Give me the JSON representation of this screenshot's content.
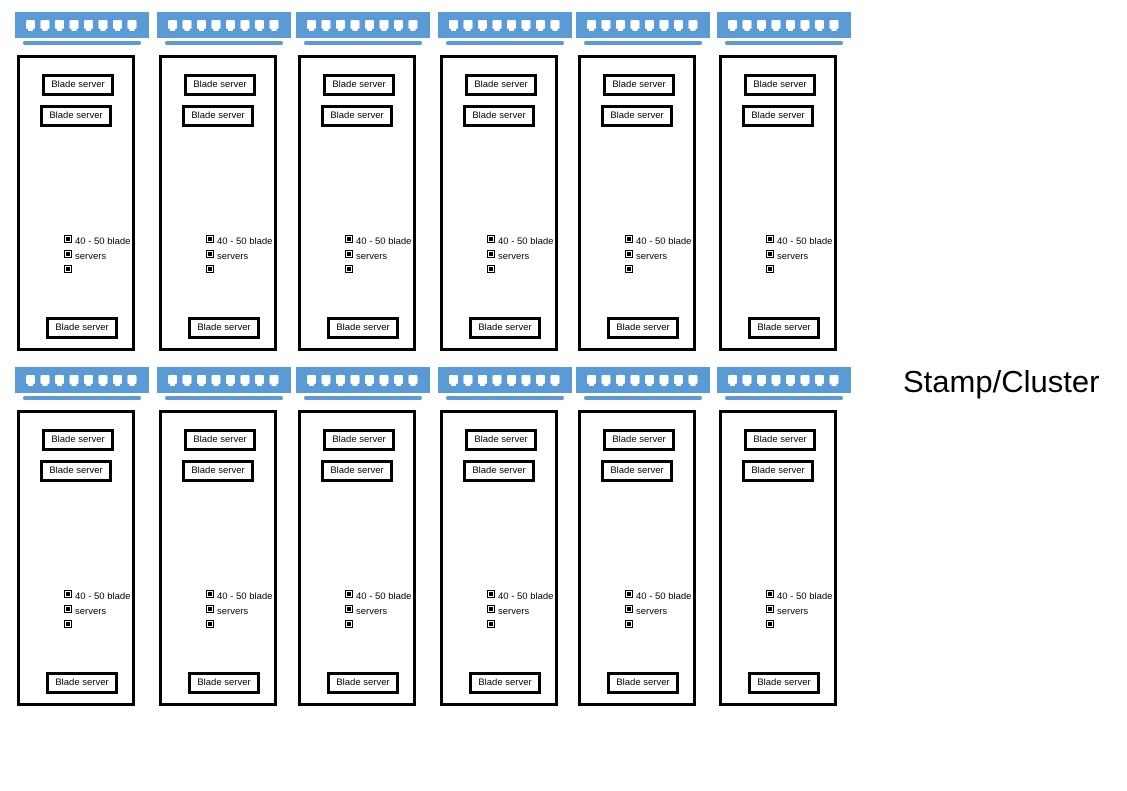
{
  "racks": [
    {
      "blade_top_1": "Blade server",
      "blade_top_2": "Blade server",
      "bullet_1": "40 - 50 blade",
      "bullet_2": "servers",
      "bullet_3": "",
      "blade_bottom": "Blade server"
    },
    {
      "blade_top_1": "Blade server",
      "blade_top_2": "Blade server",
      "bullet_1": "40 - 50 blade",
      "bullet_2": "servers",
      "bullet_3": "",
      "blade_bottom": "Blade server"
    },
    {
      "blade_top_1": "Blade server",
      "blade_top_2": "Blade server",
      "bullet_1": "40 - 50 blade",
      "bullet_2": "servers",
      "bullet_3": "",
      "blade_bottom": "Blade server"
    },
    {
      "blade_top_1": "Blade server",
      "blade_top_2": "Blade server",
      "bullet_1": "40 - 50 blade",
      "bullet_2": "servers",
      "bullet_3": "",
      "blade_bottom": "Blade server"
    },
    {
      "blade_top_1": "Blade server",
      "blade_top_2": "Blade server",
      "bullet_1": "40 - 50 blade",
      "bullet_2": "servers",
      "bullet_3": "",
      "blade_bottom": "Blade server"
    },
    {
      "blade_top_1": "Blade server",
      "blade_top_2": "Blade server",
      "bullet_1": "40 - 50 blade",
      "bullet_2": "servers",
      "bullet_3": "",
      "blade_bottom": "Blade server"
    },
    {
      "blade_top_1": "Blade server",
      "blade_top_2": "Blade server",
      "bullet_1": "40 - 50 blade",
      "bullet_2": "servers",
      "bullet_3": "",
      "blade_bottom": "Blade server"
    },
    {
      "blade_top_1": "Blade server",
      "blade_top_2": "Blade server",
      "bullet_1": "40 - 50 blade",
      "bullet_2": "servers",
      "bullet_3": "",
      "blade_bottom": "Blade server"
    },
    {
      "blade_top_1": "Blade server",
      "blade_top_2": "Blade server",
      "bullet_1": "40 - 50 blade",
      "bullet_2": "servers",
      "bullet_3": "",
      "blade_bottom": "Blade server"
    },
    {
      "blade_top_1": "Blade server",
      "blade_top_2": "Blade server",
      "bullet_1": "40 - 50 blade",
      "bullet_2": "servers",
      "bullet_3": "",
      "blade_bottom": "Blade server"
    },
    {
      "blade_top_1": "Blade server",
      "blade_top_2": "Blade server",
      "bullet_1": "40 - 50 blade",
      "bullet_2": "servers",
      "bullet_3": "",
      "blade_bottom": "Blade server"
    },
    {
      "blade_top_1": "Blade server",
      "blade_top_2": "Blade server",
      "bullet_1": "40 - 50 blade",
      "bullet_2": "servers",
      "bullet_3": "",
      "blade_bottom": "Blade server"
    }
  ],
  "cluster_label": "Stamp/Cluster",
  "colors": {
    "switch": "#5b9bd5",
    "switch_port": "#ffffff",
    "rack_border": "#000000"
  },
  "icons": {
    "switch": "network-switch-icon",
    "bullet": "square-bullet-icon"
  }
}
